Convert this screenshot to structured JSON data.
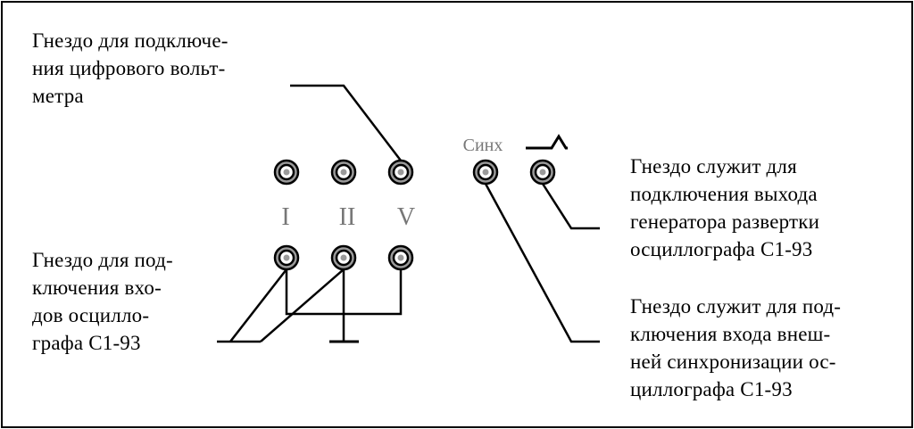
{
  "notes": {
    "voltmeter": "Гнездо для подключе-\nния цифрового вольт-\nметра",
    "oscilloscope_inputs": "Гнездо для под-\nключения вхо-\nдов осцилло-\nграфа С1-93",
    "sweep_output": "Гнездо служит для\nподключения выхода\nгенератора развертки\nосциллографа С1-93",
    "sync_input": "Гнездо служит для под-\nключения входа внеш-\nней синхронизации ос-\nциллографа С1-93"
  },
  "jack_labels": {
    "i": "I",
    "ii": "II",
    "v": "V",
    "sync": "Синх"
  },
  "colors": {
    "ink": "#000000",
    "label_grey": "#777777",
    "jack_grey": "#9a9a9a"
  }
}
